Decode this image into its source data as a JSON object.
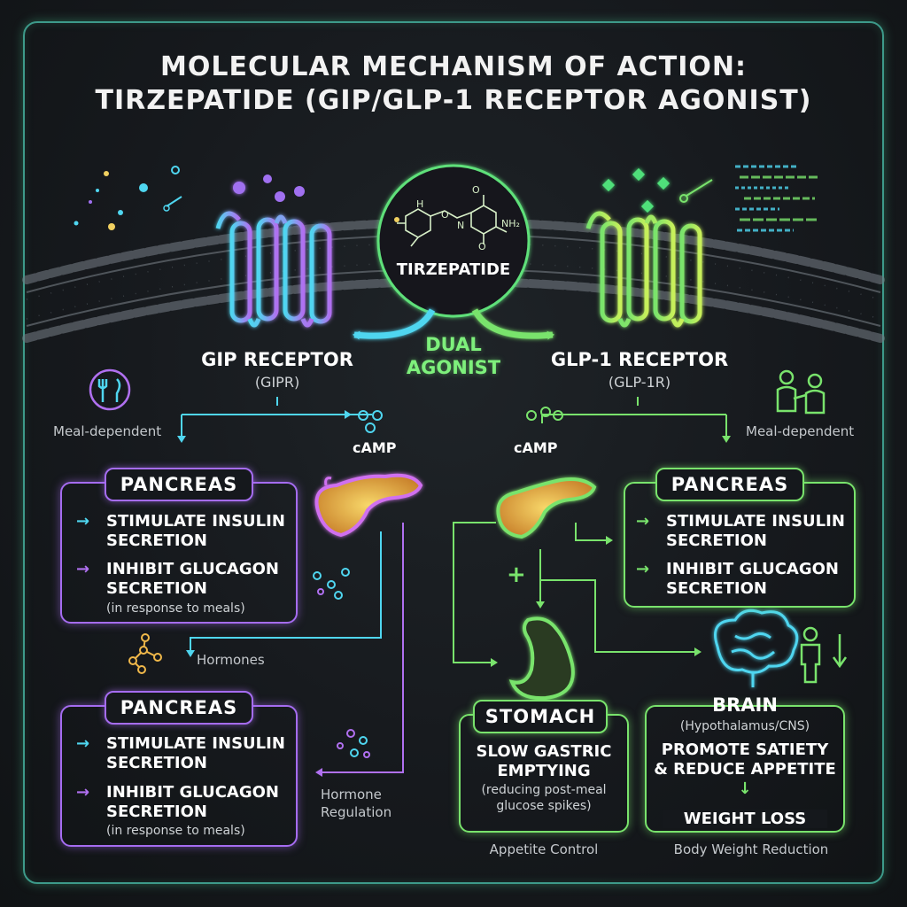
{
  "title": {
    "line1": "MOLECULAR MECHANISM OF ACTION:",
    "line2": "TIRZEPATIDE (GIP/GLP-1 RECEPTOR AGONIST)"
  },
  "center": {
    "drug": "TIRZEPATIDE",
    "dual_line1": "DUAL",
    "dual_line2": "AGONIST",
    "molecule_labels": {
      "o1": "O",
      "o2": "O",
      "o3": "O",
      "nh": "N",
      "nh2": "NH₂",
      "h": "H"
    }
  },
  "left": {
    "receptor": "GIP RECEPTOR",
    "receptor_abbr": "(GIPR)",
    "meal": "Meal-dependent",
    "camp": "cAMP",
    "hormones": "Hormones",
    "hormone_regulation_1": "Hormone",
    "hormone_regulation_2": "Regulation",
    "box1": {
      "title": "PANCREAS",
      "item1_l1": "STIMULATE INSULIN",
      "item1_l2": "SECRETION",
      "item2_l1": "INHIBIT GLUCAGON",
      "item2_l2": "SECRETION",
      "note": "(in response to meals)"
    },
    "box2": {
      "title": "PANCREAS",
      "item1_l1": "STIMULATE INSULIN",
      "item1_l2": "SECRETION",
      "item2_l1": "INHIBIT GLUCAGON",
      "item2_l2": "SECRETION",
      "note": "(in response to meals)"
    }
  },
  "right": {
    "receptor": "GLP-1 RECEPTOR",
    "receptor_abbr": "(GLP-1R)",
    "meal": "Meal-dependent",
    "camp": "cAMP",
    "plus": "+",
    "box1": {
      "title": "PANCREAS",
      "item1_l1": "STIMULATE INSULIN",
      "item1_l2": "SECRETION",
      "item2_l1": "INHIBIT GLUCAGON",
      "item2_l2": "SECRETION"
    },
    "stomach": {
      "title": "STOMACH",
      "l1": "SLOW GASTRIC",
      "l2": "EMPTYING",
      "n1": "(reducing post-meal",
      "n2": "glucose spikes)",
      "caption": "Appetite Control"
    },
    "brain": {
      "title": "BRAIN",
      "sub": "(Hypothalamus/CNS)",
      "l1": "PROMOTE SATIETY",
      "l2": "& REDUCE APPETITE",
      "result": "WEIGHT LOSS",
      "caption": "Body Weight Reduction"
    }
  },
  "colors": {
    "purple": "#a56cf0",
    "cyan": "#4fd6f0",
    "green": "#79e36c",
    "lime": "#a8f05a",
    "gold": "#f0b84a"
  },
  "icons": [
    "fork-knife-icon",
    "doctor-patient-icon",
    "pancreas-icon",
    "stomach-icon",
    "brain-icon",
    "person-weight-down-icon",
    "molecule-network-icon"
  ]
}
